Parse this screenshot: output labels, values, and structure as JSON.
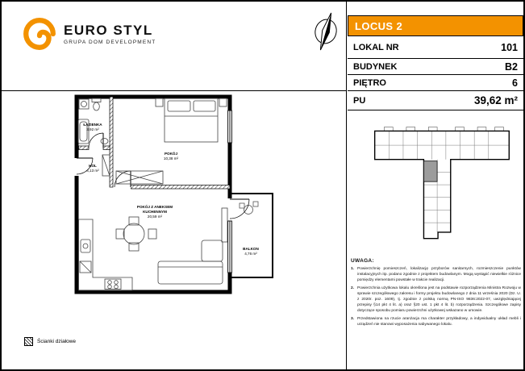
{
  "brand": {
    "name": "EURO STYL",
    "tagline": "GRUPA DOM DEVELOPMENT"
  },
  "header": {
    "project_name": "LOCUS 2"
  },
  "colors": {
    "accent_orange": "#F39200",
    "highlighted_unit_gray": "#9c9c9c"
  },
  "details": {
    "rows": [
      {
        "label": "LOKAL NR",
        "value": "101"
      },
      {
        "label": "BUDYNEK",
        "value": "B2"
      },
      {
        "label": "PIĘTRO",
        "value": "6"
      },
      {
        "label": "PU",
        "value": "39,62 m²"
      }
    ]
  },
  "floorplan": {
    "rooms": {
      "lazienka": {
        "name": "ŁAZIENKA",
        "area": "3,92 m²"
      },
      "hol": {
        "name": "HOL",
        "area": "4,13 m²"
      },
      "pokoj": {
        "name": "POKÓJ",
        "area": "10,38 m²"
      },
      "pokoj_z_aneksem": {
        "name_line1": "POKÓJ Z ANEKSEM",
        "name_line2": "KUCHENNYM",
        "area": "20,59 m²"
      },
      "balkon": {
        "name": "BALKON",
        "area": "4,76 m²"
      }
    }
  },
  "legend": {
    "partition_walls_label": "Ścianki działowe"
  },
  "notes": {
    "title": "UWAGA:",
    "items": [
      {
        "num": "1.",
        "text": "Powierzchnię pomieszczeń, lokalizację przyborów sanitarnych, rozmieszczenie punktów instalacyjnych itp. podano zgodnie z projektem budowlanym. Mogą wystąpić niewielkie różnice pomiędzy elementami powstałe w trakcie realizacji."
      },
      {
        "num": "2.",
        "text": "Powierzchnia użytkowa lokalu określona jest na podstawie rozporządzenia Ministra Rozwoju w sprawie szczegółowego zakresu i formy projektu budowlanego z dnia 11 września 2020 (Dz. U. z 2020r. poz. 1609), tj. zgodnie z polską normą PN-ISO 9836:2022-07, uwzględniającej przepisy §14 pkt 4 lit. a) oraz §20 ust. 1 pkt 4 lit. b) rozporządzenia. Szczegółowe zapisy dotyczące sposobu pomiaru powierzchni użytkowej wskazano w umowie."
      },
      {
        "num": "3.",
        "text": "Przedstawiona na rzucie aranżacja ma charakter przykładowy, a indywidualny układ mebli i urządzeń nie stanowi wyposażenia nabywanego lokalu."
      }
    ]
  }
}
